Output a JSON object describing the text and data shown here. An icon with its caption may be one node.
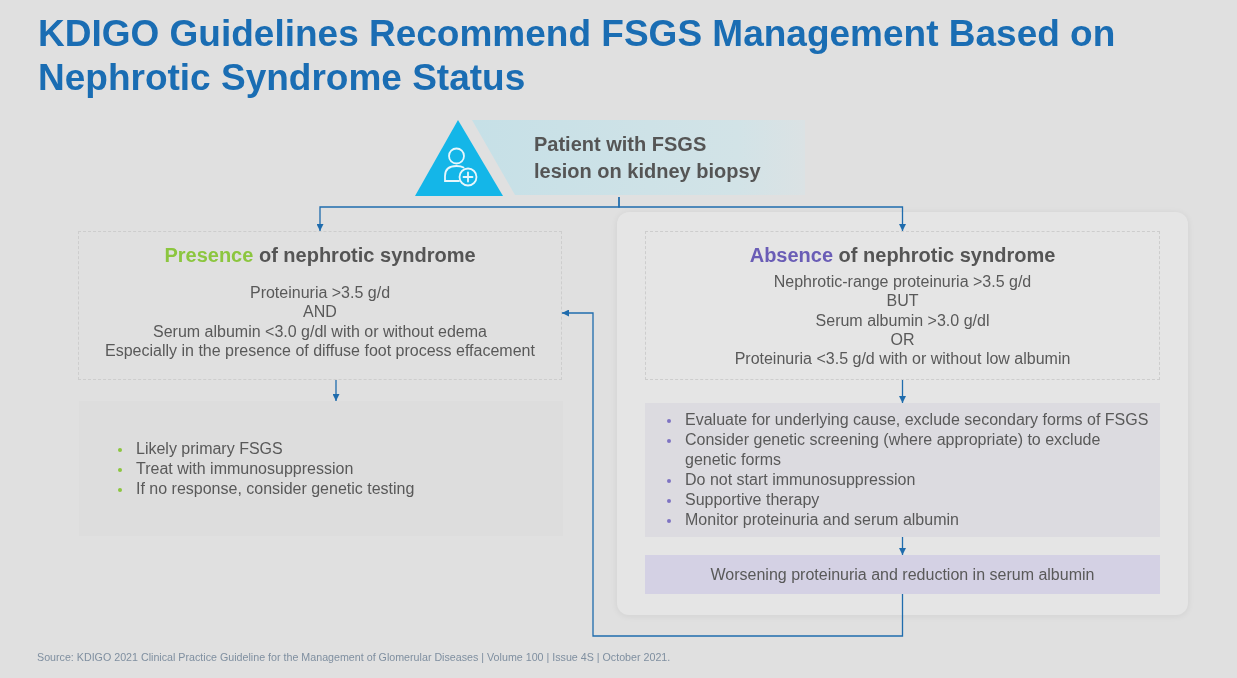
{
  "diagram": {
    "title": "KDIGO Guidelines Recommend FSGS Management Based on Nephrotic Syndrome Status",
    "nodes": [
      {
        "text": [
          "Patient with FSGS lesion on kidney biopsy"
        ]
      },
      {
        "text": [
          "Presence of nephrotic syndrome",
          "Proteinuria >3.5 g/d",
          "AND",
          "Serum albumin <3.0 g/dl with or without edema",
          "Especially in the presence of diffuse foot process effacement"
        ]
      },
      {
        "text": [
          "Likely primary FSGS",
          "Treat with immunosuppression",
          "If no response, consider genetic testing"
        ]
      },
      {
        "text": [],
        "shape": "box"
      },
      {
        "text": [
          "Absence of nephrotic syndrome",
          "Nephrotic-range proteinuria >3.5 g/d",
          "BUT",
          "Serum albumin >3.0 g/dl",
          "OR",
          "Proteinuria <3.5 g/d with or without low albumin"
        ],
        "in": 3
      },
      {
        "text": [
          "Evaluate for underlying cause, exclude secondary forms of FSGS",
          "Consider genetic screening (where appropriate) to exclude genetic forms",
          "Do not start immunosuppression",
          "Supportive therapy",
          "Monitor proteinuria and serum albumin"
        ],
        "in": 3
      },
      {
        "text": [
          "Worsening proteinuria and reduction in serum albumin"
        ],
        "in": 3
      }
    ],
    "edges": [
      {
        "from": 0,
        "to": 1,
        "arrow": "to"
      },
      {
        "from": 0,
        "to": 4,
        "arrow": "to"
      },
      {
        "from": 1,
        "to": 2,
        "arrow": "to"
      },
      {
        "from": 4,
        "to": 5,
        "arrow": "to"
      },
      {
        "from": 5,
        "to": 6,
        "arrow": "to"
      },
      {
        "from": 6,
        "to": 1,
        "arrow": "to"
      }
    ],
    "labels": [
      "Source: KDIGO 2021 Clinical Practice Guideline for the Management of Glomerular Diseases | Volume 100 | Issue 4S | October 2021."
    ]
  }
}
